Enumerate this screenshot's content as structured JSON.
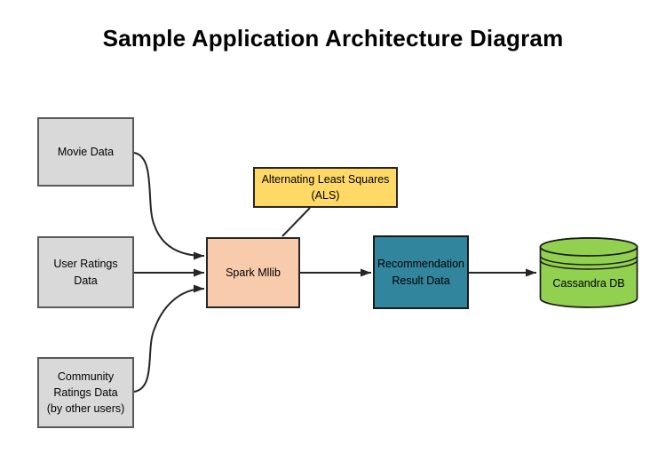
{
  "title": "Sample Application Architecture Diagram",
  "nodes": {
    "movie_data": {
      "label": "Movie Data",
      "fill": "#d9d9d9"
    },
    "user_ratings_data": {
      "label": "User Ratings\nData",
      "fill": "#d9d9d9"
    },
    "community_ratings_data": {
      "label": "Community\nRatings Data\n(by other users)",
      "fill": "#d9d9d9"
    },
    "als": {
      "label": "Alternating Least Squares\n(ALS)",
      "fill": "#ffd966"
    },
    "spark_mllib": {
      "label": "Spark Mllib",
      "fill": "#f8cbad"
    },
    "recommendation_result_data": {
      "label": "Recommendation\nResult Data",
      "fill": "#31859c"
    },
    "cassandra_db": {
      "label": "Cassandra DB",
      "fill": "#92d050",
      "shape": "database-cylinder"
    }
  },
  "edges": [
    {
      "from": "movie_data",
      "to": "spark_mllib",
      "style": "curved",
      "arrowhead": true
    },
    {
      "from": "user_ratings_data",
      "to": "spark_mllib",
      "style": "straight",
      "arrowhead": true
    },
    {
      "from": "community_ratings_data",
      "to": "spark_mllib",
      "style": "curved",
      "arrowhead": true
    },
    {
      "from": "als",
      "to": "spark_mllib",
      "style": "plain-line",
      "arrowhead": false
    },
    {
      "from": "spark_mllib",
      "to": "recommendation_result_data",
      "style": "straight",
      "arrowhead": true
    },
    {
      "from": "recommendation_result_data",
      "to": "cassandra_db",
      "style": "straight",
      "arrowhead": true
    }
  ],
  "colors": {
    "background": "#ffffff",
    "title_text": "#000000",
    "box_gray_fill": "#d9d9d9",
    "box_gray_border": "#595959",
    "als_yellow_fill": "#ffd966",
    "spark_peach_fill": "#f8cbad",
    "recommendation_teal_fill": "#31859c",
    "cassandra_green_fill": "#92d050",
    "connector_line": "#262626",
    "label_text": "#000000"
  }
}
